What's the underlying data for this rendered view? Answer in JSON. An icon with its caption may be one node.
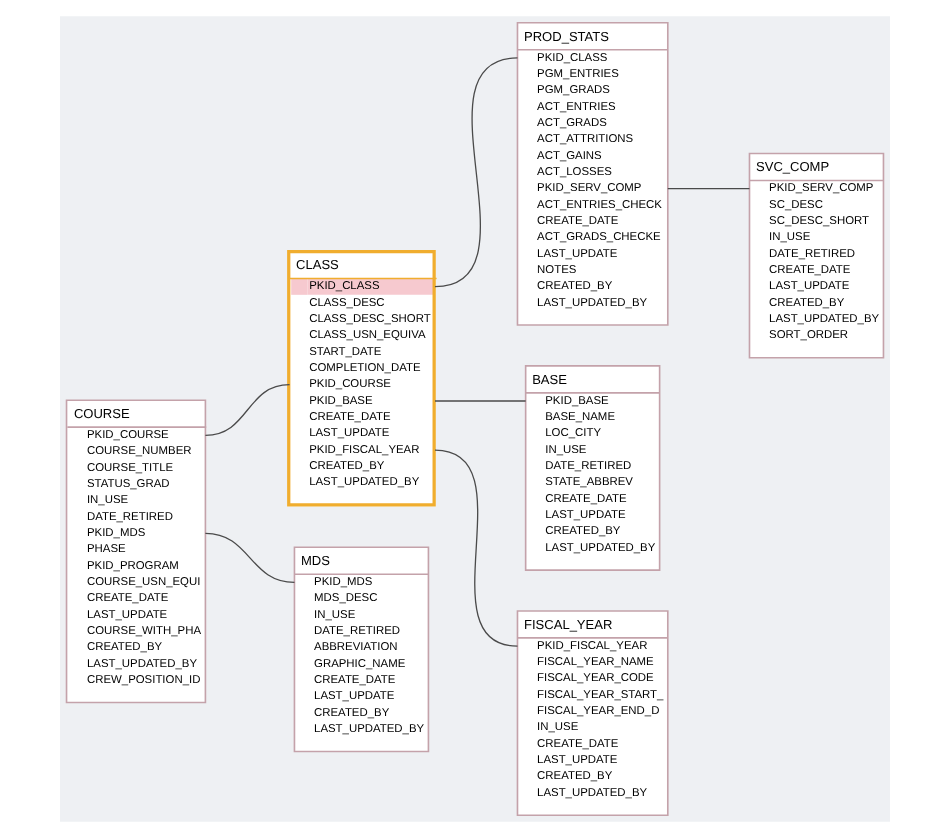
{
  "diagram": {
    "nodes": [
      {
        "text": [
          "PROD_STATS",
          "PKID_CLASS",
          "PGM_ENTRIES",
          "PGM_GRADS",
          "ACT_ENTRIES",
          "ACT_GRADS",
          "ACT_ATTRITIONS",
          "ACT_GAINS",
          "ACT_LOSSES",
          "PKID_SERV_COMP",
          "ACT_ENTRIES_CHECK",
          "CREATE_DATE",
          "ACT_GRADS_CHECKE",
          "LAST_UPDATE",
          "NOTES",
          "CREATED_BY",
          "LAST_UPDATED_BY"
        ]
      },
      {
        "text": [
          "SVC_COMP",
          "PKID_SERV_COMP",
          "SC_DESC",
          "SC_DESC_SHORT",
          "IN_USE",
          "DATE_RETIRED",
          "CREATE_DATE",
          "LAST_UPDATE",
          "CREATED_BY",
          "LAST_UPDATED_BY",
          "SORT_ORDER"
        ]
      },
      {
        "text": [
          "CLASS",
          "PKID_CLASS",
          "CLASS_DESC",
          "CLASS_DESC_SHORT",
          "CLASS_USN_EQUIVA",
          "START_DATE",
          "COMPLETION_DATE",
          "PKID_COURSE",
          "PKID_BASE",
          "CREATE_DATE",
          "LAST_UPDATE",
          "PKID_FISCAL_YEAR",
          "CREATED_BY",
          "LAST_UPDATED_BY"
        ]
      },
      {
        "text": [
          "BASE",
          "PKID_BASE",
          "BASE_NAME",
          "LOC_CITY",
          "IN_USE",
          "DATE_RETIRED",
          "STATE_ABBREV",
          "CREATE_DATE",
          "LAST_UPDATE",
          "CREATED_BY",
          "LAST_UPDATED_BY"
        ]
      },
      {
        "text": [
          "COURSE",
          "PKID_COURSE",
          "COURSE_NUMBER",
          "COURSE_TITLE",
          "STATUS_GRAD",
          "IN_USE",
          "DATE_RETIRED",
          "PKID_MDS",
          "PHASE",
          "PKID_PROGRAM",
          "COURSE_USN_EQUI",
          "CREATE_DATE",
          "LAST_UPDATE",
          "COURSE_WITH_PHA",
          "CREATED_BY",
          "LAST_UPDATED_BY",
          "CREW_POSITION_ID"
        ]
      },
      {
        "text": [
          "FISCAL_YEAR",
          "PKID_FISCAL_YEAR",
          "FISCAL_YEAR_NAME",
          "FISCAL_YEAR_CODE",
          "FISCAL_YEAR_START_",
          "FISCAL_YEAR_END_D",
          "IN_USE",
          "CREATE_DATE",
          "LAST_UPDATE",
          "CREATED_BY",
          "LAST_UPDATED_BY"
        ]
      },
      {
        "text": [
          "MDS",
          "PKID_MDS",
          "MDS_DESC",
          "IN_USE",
          "DATE_RETIRED",
          "ABBREVIATION",
          "GRAPHIC_NAME",
          "CREATE_DATE",
          "LAST_UPDATE",
          "CREATED_BY",
          "LAST_UPDATED_BY"
        ]
      }
    ],
    "edges": [
      {
        "from": 2,
        "to": 0,
        "arrow": "none"
      },
      {
        "from": 0,
        "to": 1,
        "arrow": "none"
      },
      {
        "from": 2,
        "to": 3,
        "arrow": "none"
      },
      {
        "from": 2,
        "to": 5,
        "arrow": "none"
      },
      {
        "from": 4,
        "to": 2,
        "arrow": "none"
      },
      {
        "from": 4,
        "to": 6,
        "arrow": "none"
      }
    ]
  }
}
